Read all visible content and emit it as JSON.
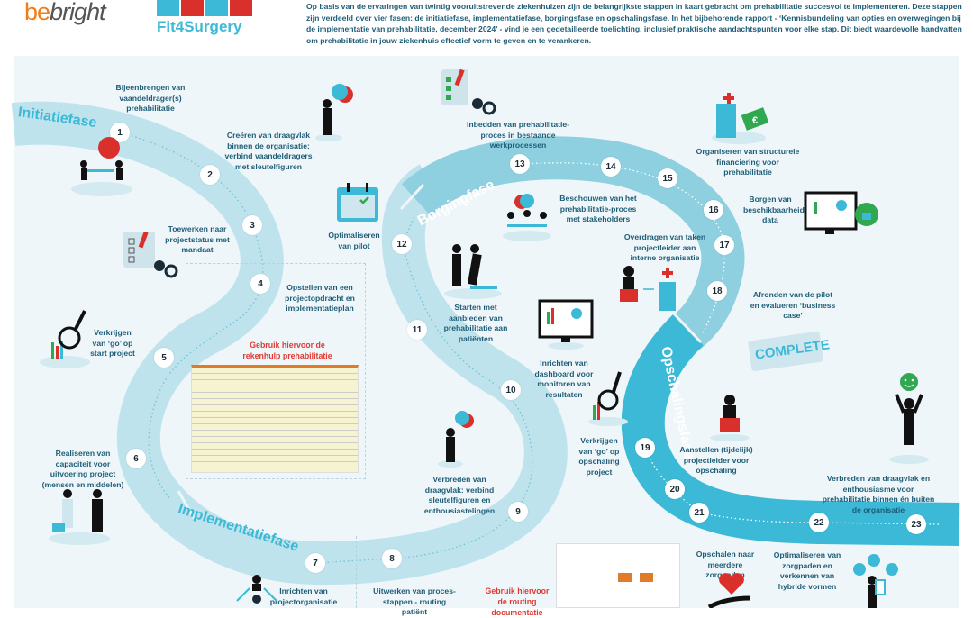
{
  "header": {
    "logo_be": "be",
    "logo_bright": "bright",
    "logo_fit4surgery": "Fit4Surgery",
    "intro": "Op basis van de ervaringen van twintig vooruitstrevende ziekenhuizen zijn de belangrijkste stappen in kaart gebracht om prehabilitatie succesvol te implementeren. Deze stappen zijn verdeeld over vier fasen: de initiatiefase, implementatiefase, borgingsfase en opschalingsfase. In het bijbehorende rapport - ‘Kennisbundeling van opties en overwegingen bij de implementatie van prehabilitatie, december 2024’ - vind je een gedetailleerde toelichting, inclusief praktische aandachtspunten voor elke stap. Dit biedt waardevolle handvatten om prehabilitatie in jouw ziekenhuis effectief vorm te geven en te verankeren."
  },
  "phases": {
    "initiatie": "Initiatiefase",
    "implementatie": "Implementatiefase",
    "borging": "Borgingfase",
    "opschaling": "Opschalingsfase"
  },
  "steps": [
    {
      "num": "1",
      "label": "Bijeenbrengen van vaandeldrager(s) prehabilitatie"
    },
    {
      "num": "2",
      "label": "Creëren van draagvlak binnen de organisatie: verbind vaandeldragers met sleutelfiguren"
    },
    {
      "num": "3",
      "label": "Toewerken naar projectstatus met mandaat"
    },
    {
      "num": "4",
      "label": "Opstellen van een projectopdracht en implementatieplan"
    },
    {
      "num": "5",
      "label": "Verkrijgen van ‘go’ op start project"
    },
    {
      "num": "6",
      "label": "Realiseren van capaciteit voor uitvoering project (mensen en middelen)"
    },
    {
      "num": "7",
      "label": "Inrichten van projectorganisatie"
    },
    {
      "num": "8",
      "label": "Uitwerken van proces-stappen - routing patiënt"
    },
    {
      "num": "9",
      "label": "Verbreden van draagvlak: verbind sleutelfiguren en enthousiastelingen"
    },
    {
      "num": "10",
      "label": "Inrichten van dashboard voor monitoren van resultaten"
    },
    {
      "num": "11",
      "label": "Starten met aanbieden van prehabilitatie aan patiënten"
    },
    {
      "num": "12",
      "label": "Optimaliseren van pilot"
    },
    {
      "num": "13",
      "label": "Inbedden van prehabilitatie-proces in bestaande werkprocessen"
    },
    {
      "num": "14",
      "label": "Beschouwen van het prehabilitatie-proces met stakeholders"
    },
    {
      "num": "15",
      "label": "Organiseren van structurele financiering voor prehabilitatie"
    },
    {
      "num": "16",
      "label": "Borgen van beschikbaarheid data"
    },
    {
      "num": "17",
      "label": "Overdragen van taken projectleider aan interne organisatie"
    },
    {
      "num": "18",
      "label": "Afronden van de pilot en evalueren ‘business case’"
    },
    {
      "num": "19",
      "label": "Verkrijgen van ‘go’ op opschaling project"
    },
    {
      "num": "20",
      "label": "Aanstellen (tijdelijk) projectleider voor opschaling"
    },
    {
      "num": "21",
      "label": "Opschalen naar meerdere zorgpaden"
    },
    {
      "num": "22",
      "label": "Optimaliseren van zorgpaden en verkennen van hybride vormen"
    },
    {
      "num": "23",
      "label": "Verbreden van draagvlak en enthousiasme voor prehabilitatie binnen én buiten de organisatie"
    }
  ],
  "notes": {
    "rekenhulp": "Gebruik hiervoor de rekenhulp prehabilitatie",
    "routing": "Gebruik hiervoor de routing documentatie",
    "stamp": "COMPLETE",
    "euro": "€"
  },
  "colors": {
    "road_light": "#bfe3ec",
    "road_mid": "#8fd0e0",
    "road_dark": "#3cb9d6",
    "text": "#1f5d77",
    "accent_red": "#e03a31",
    "logo_orange": "#f07d1a"
  }
}
